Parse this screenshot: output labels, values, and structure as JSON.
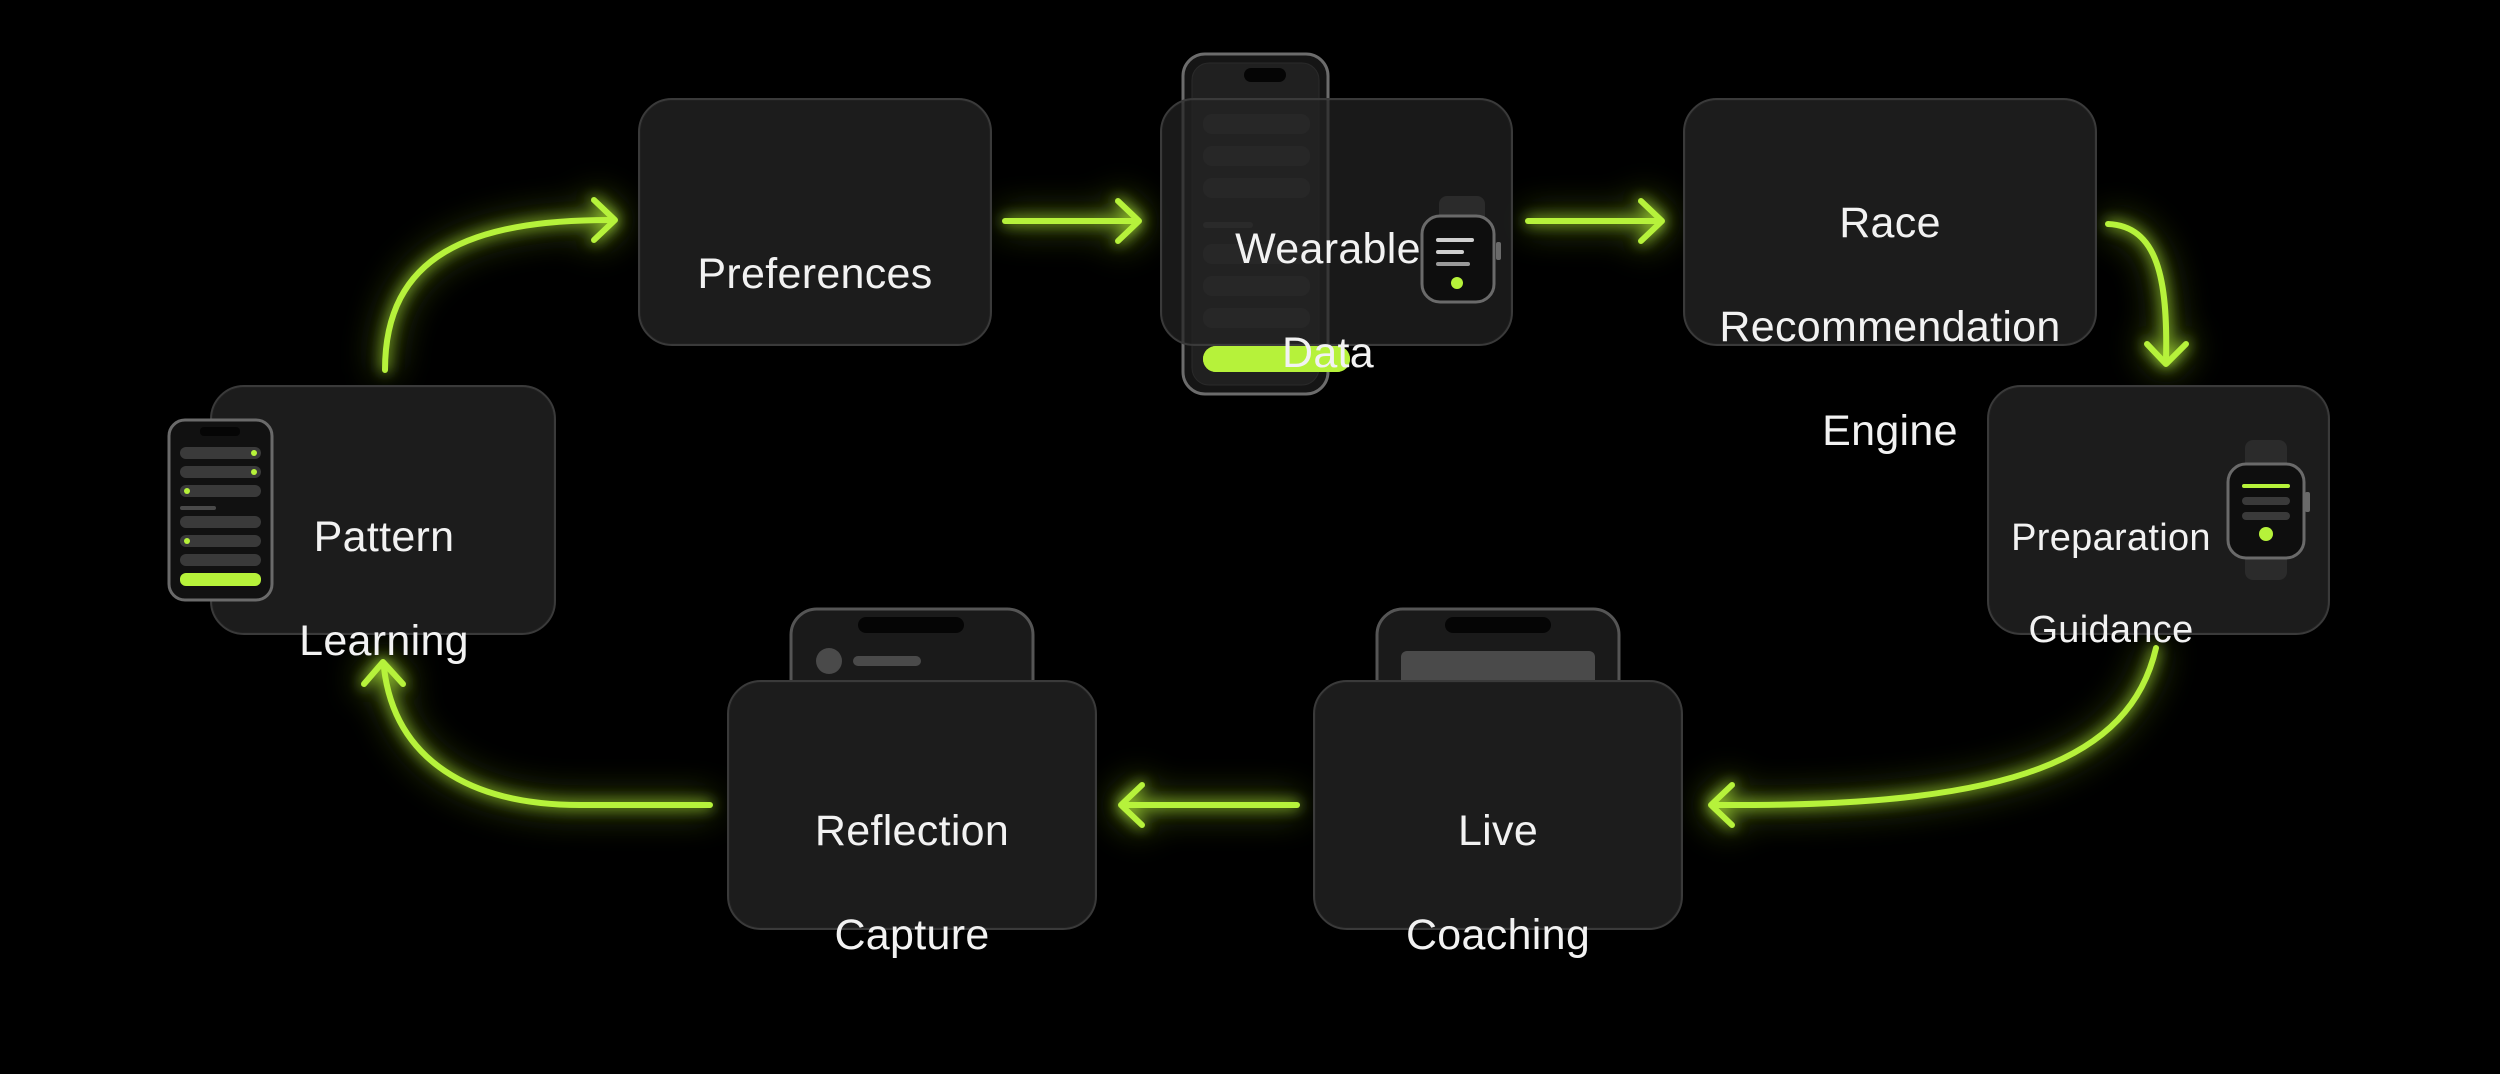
{
  "diagram": {
    "accent_color": "#b6f23a",
    "background_color": "#000000",
    "card_color": "#1c1c1c",
    "nodes": {
      "preferences": {
        "lines": [
          "Preferences"
        ]
      },
      "wearable_data": {
        "lines": [
          "Wearable",
          "Data"
        ],
        "icons": [
          "phone-icon",
          "smartwatch-icon"
        ]
      },
      "race_recommendation_engine": {
        "lines": [
          "Race",
          "Recommendation",
          "Engine"
        ]
      },
      "preparation_guidance": {
        "lines": [
          "Preparation",
          "Guidance"
        ],
        "icons": [
          "smartwatch-icon"
        ]
      },
      "live_coaching": {
        "lines": [
          "Live",
          "Coaching"
        ],
        "icons": [
          "phone-icon"
        ]
      },
      "reflection_capture": {
        "lines": [
          "Reflection",
          "Capture"
        ],
        "icons": [
          "phone-icon"
        ]
      },
      "pattern_learning": {
        "lines": [
          "Pattern",
          "Learning"
        ],
        "icons": [
          "phone-icon"
        ]
      }
    },
    "flow": [
      [
        "pattern_learning",
        "preferences"
      ],
      [
        "preferences",
        "wearable_data"
      ],
      [
        "wearable_data",
        "race_recommendation_engine"
      ],
      [
        "race_recommendation_engine",
        "preparation_guidance"
      ],
      [
        "preparation_guidance",
        "live_coaching"
      ],
      [
        "live_coaching",
        "reflection_capture"
      ],
      [
        "reflection_capture",
        "pattern_learning"
      ]
    ]
  }
}
